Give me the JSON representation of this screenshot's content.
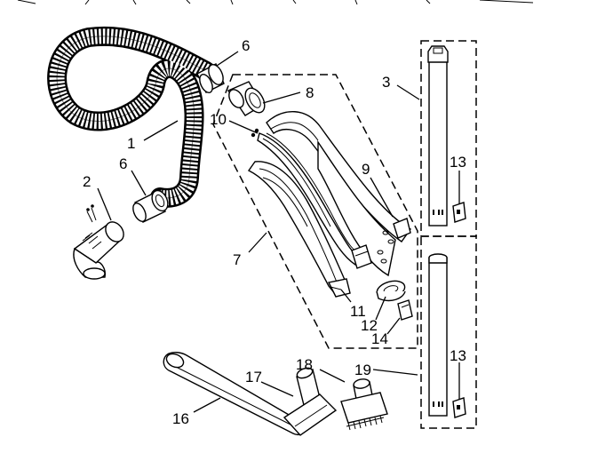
{
  "diagram": {
    "callouts": [
      {
        "id": "c1",
        "text": "1"
      },
      {
        "id": "c2",
        "text": "2"
      },
      {
        "id": "c3",
        "text": "3"
      },
      {
        "id": "c6a",
        "text": "6"
      },
      {
        "id": "c6b",
        "text": "6"
      },
      {
        "id": "c7",
        "text": "7"
      },
      {
        "id": "c8",
        "text": "8"
      },
      {
        "id": "c9",
        "text": "9"
      },
      {
        "id": "c10",
        "text": "10"
      },
      {
        "id": "c11",
        "text": "11"
      },
      {
        "id": "c12",
        "text": "12"
      },
      {
        "id": "c13a",
        "text": "13"
      },
      {
        "id": "c13b",
        "text": "13"
      },
      {
        "id": "c14",
        "text": "14"
      },
      {
        "id": "c16",
        "text": "16"
      },
      {
        "id": "c17",
        "text": "17"
      },
      {
        "id": "c18",
        "text": "18"
      },
      {
        "id": "c19",
        "text": "19"
      }
    ]
  }
}
